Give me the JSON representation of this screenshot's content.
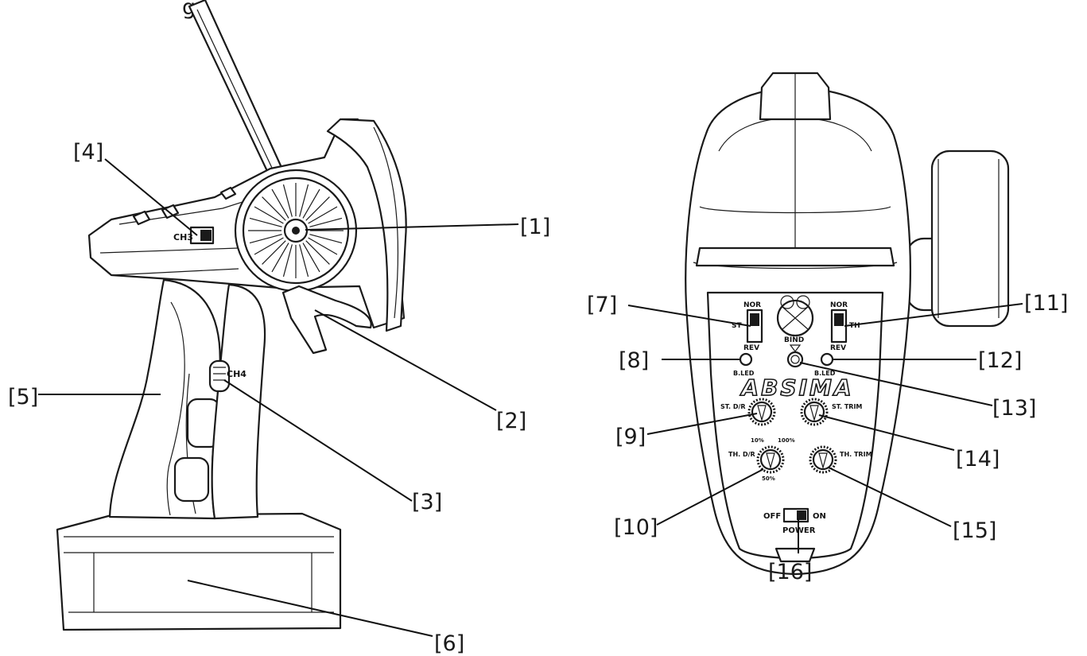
{
  "top_left_fragment": "g",
  "callouts": {
    "c1": "[1]",
    "c2": "[2]",
    "c3": "[3]",
    "c4": "[4]",
    "c5": "[5]",
    "c6": "[6]",
    "c7": "[7]",
    "c8": "[8]",
    "c9": "[9]",
    "c10": "[10]",
    "c11": "[11]",
    "c12": "[12]",
    "c13": "[13]",
    "c14": "[14]",
    "c15": "[15]",
    "c16": "[16]"
  },
  "side_labels": {
    "ch3": "CH3",
    "ch4": "CH4"
  },
  "panel": {
    "nor_left": "NOR",
    "st": "ST",
    "rev_left": "REV",
    "bind": "BIND",
    "nor_right": "NOR",
    "th": "TH",
    "rev_right": "REV",
    "led_left": "B.LED",
    "led_right": "B.LED",
    "brand": "ABSIMA",
    "st_dr": "ST. D/R",
    "st_trim": "ST. TRIM",
    "th_dr": "TH. D/R",
    "th_trim": "TH. TRIM",
    "pct_100": "100%",
    "pct_10": "10%",
    "pct_50": "50%",
    "off": "OFF",
    "on": "ON",
    "power": "POWER"
  }
}
